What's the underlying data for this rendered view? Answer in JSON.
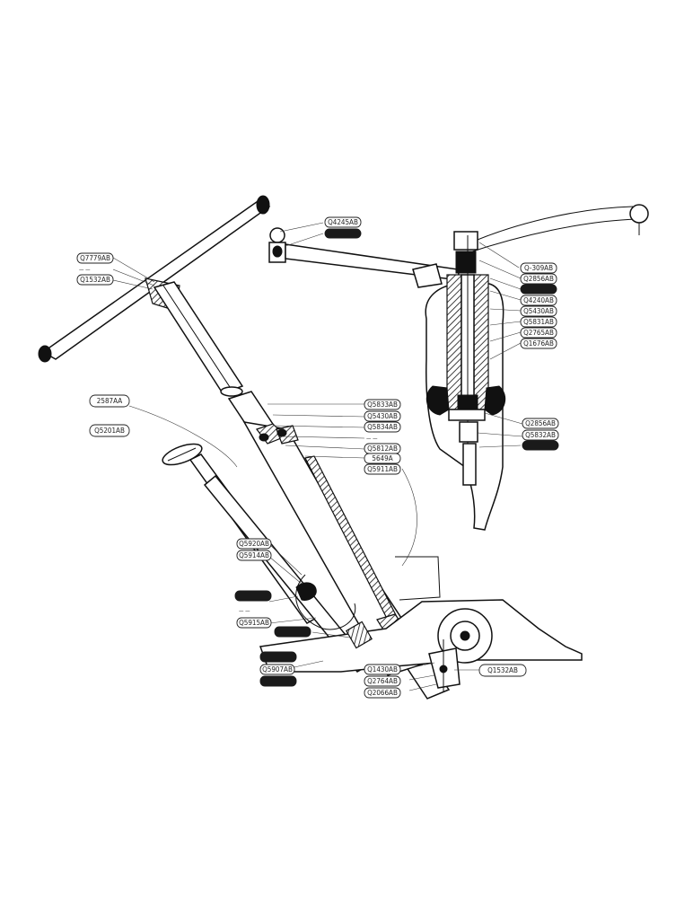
{
  "labels": {
    "l0": "Q4245AB",
    "l1": "Q7779AB",
    "l2": "Q1532AB",
    "l3": "Q-309AB",
    "l4": "Q2856AB",
    "l5": "Q4240AB",
    "l6": "Q5430AB",
    "l7": "Q5831AB",
    "l8": "Q2765AB",
    "l9": "Q1676AB",
    "l10": "Q2856AB",
    "l11": "Q5832AB",
    "l12": "Q5833AB",
    "l13": "Q5430AB",
    "l14": "Q5834AB",
    "l15": "Q5812AB",
    "l16": "5649A",
    "l17": "Q5911AB",
    "l18": "2587AA",
    "l19": "Q5201AB",
    "l20": "Q5920AB",
    "l21": "Q5914AB",
    "l22": "Q5915AB",
    "l23": "Q5907AB",
    "l24": "Q1430AB",
    "l25": "Q2764AB",
    "l26": "Q2066AB",
    "l27": "Q1532AB"
  }
}
